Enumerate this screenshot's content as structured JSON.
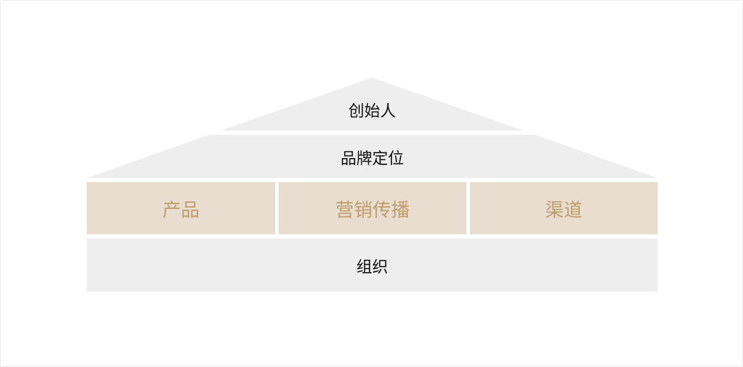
{
  "diagram": {
    "roof_top": {
      "label": "创始人",
      "fill": "#eeeeee"
    },
    "roof_band": {
      "label": "品牌定位",
      "fill": "#eeeeee"
    },
    "pillars": [
      {
        "label": "产品",
        "fill": "#e8ddcf",
        "text_color": "#bf9d6a"
      },
      {
        "label": "营销传播",
        "fill": "#e8ddcf",
        "text_color": "#bf9d6a"
      },
      {
        "label": "渠道",
        "fill": "#e8ddcf",
        "text_color": "#bf9d6a"
      }
    ],
    "foundation": {
      "label": "组织",
      "fill": "#eeeeee"
    }
  }
}
